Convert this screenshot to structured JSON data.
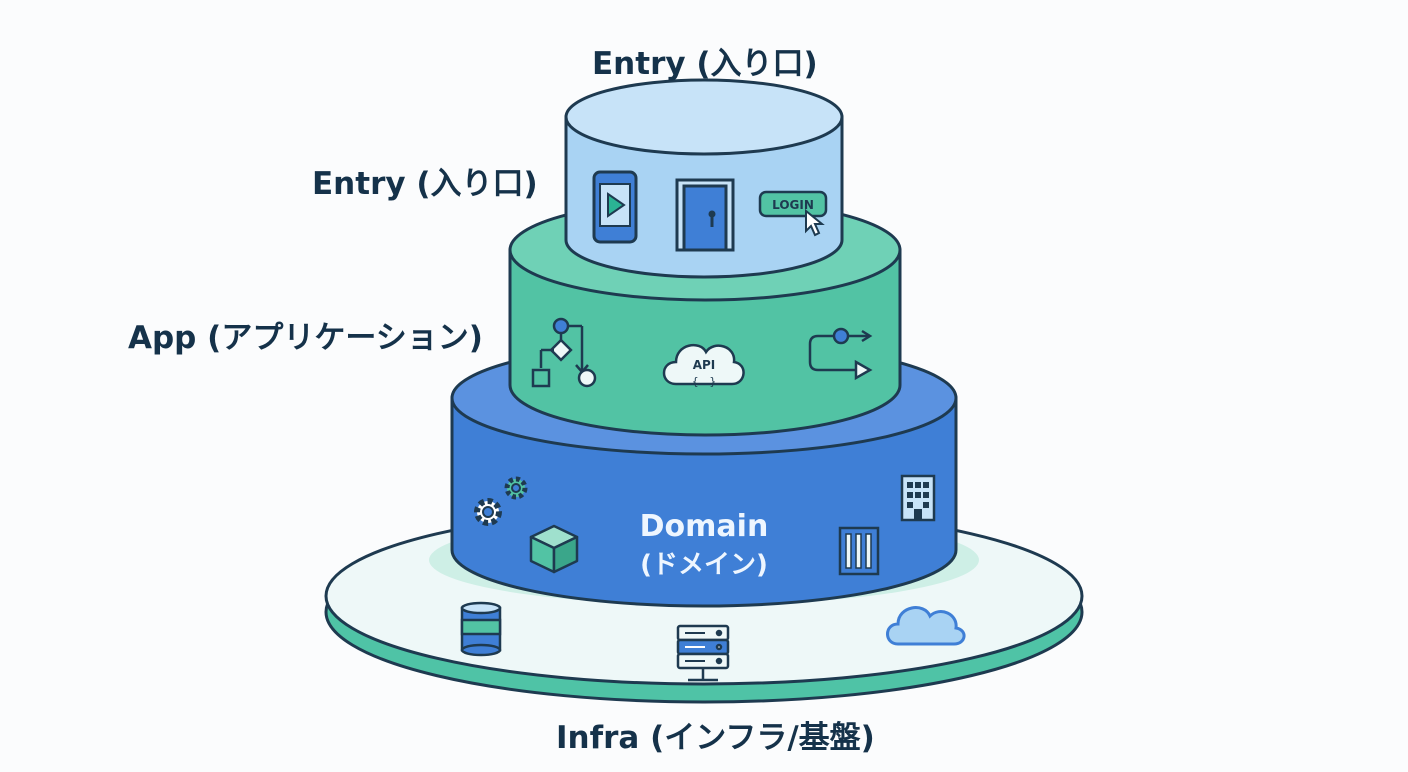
{
  "labels": {
    "entry_top": "Entry (入り口)",
    "entry_side": "Entry (入り口)",
    "app": "App (アプリケーション)",
    "domain_line1": "Domain",
    "domain_line2": "(ドメイン)",
    "infra": "Infra (インフラ/基盤)"
  },
  "icons": {
    "entry": {
      "phone": "phone-play-icon",
      "door": "door-icon",
      "login_button_text": "LOGIN",
      "cursor": "cursor-icon"
    },
    "app": {
      "flowchart": "flowchart-icon",
      "api_cloud": "api-cloud-icon",
      "api_text": "API",
      "api_braces": "{...}",
      "workflow": "workflow-arrow-icon"
    },
    "domain": {
      "gears": "gears-icon",
      "cube": "cube-icon",
      "building": "building-icon",
      "columns": "columns-icon"
    },
    "infra": {
      "database": "database-icon",
      "server": "server-icon",
      "cloud": "cloud-icon"
    }
  },
  "colors": {
    "entry_layer": "#a9d3f3",
    "app_layer": "#52c3a4",
    "domain_layer": "#3f7fd6",
    "infra_base": "#eef8f8",
    "outline": "#1e3a50",
    "label_text": "#15324a"
  }
}
